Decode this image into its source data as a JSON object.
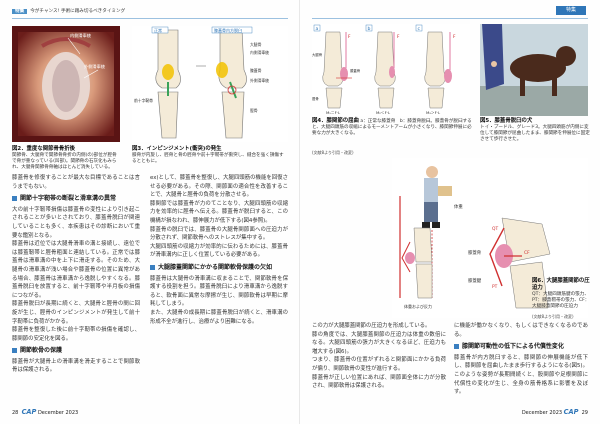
{
  "left_page": {
    "header_tag": "特集",
    "header_text": "今がチャンス! 手術に踏み切るべきタイミング",
    "figure2": {
      "caption_title": "図2．重度な関節骨骨折後",
      "caption_body": "関節骨、大腿骨で関節骨骨折の内側(の)部位が脛骨で骨が重なっている(凹部)。関節骨の石灰化もみられ、大腿骨関節骨骨軸はほとんど消失している。",
      "labels": [
        "内側滑車稜",
        "外側滑車稜"
      ]
    },
    "figure3": {
      "caption_title": "図3．インピンジメント(衝突)の発生",
      "caption_body": "膝骨が内旋し、脛骨と骨の脛骨や前十字靭帯が衝突し、縫合を強く損傷するとともに。",
      "labels": [
        "正常",
        "膝蓋骨内方脱臼",
        "大腿骨",
        "内側滑車稜",
        "膝蓋骨",
        "外側滑車稜",
        "前十字靭帯",
        "脛骨"
      ]
    },
    "col1": [
      "膝蓋骨を修復することが最大な目標であることは言うまでもない。",
      "関節十字靭帯の断裂と滑車溝の異常",
      "大の前十字靭帯損傷は膝蓋骨の変性により引き起こされることが多いとされており、膝蓋骨脱臼が関連していることも多く、本疾患はその診断において重要な鑑別となる。",
      "膝蓋骨は近位では大腿骨滑車の溝と接続し、遠位では膝蓋靭帯と脛骨粗面と連結している。正常では膝蓋骨は滑車溝の中を上下に滑走する。そのため、大腿骨の滑車溝が浅い場合や膝蓋骨の位置に異常がある場合、膝蓋骨は滑車溝から逸脱しやすくなる。膝蓋骨脱臼を放置すると、前十字靭帯や半月板の損傷につながる。",
      "膝蓋骨脱臼が長期に続くと、大腿骨と脛骨の間に回旋が生じ、脛骨のインピンジメントが発生して前十字靭帯に負荷がかかる。",
      "膝蓋骨を整復した後に前十字靭帯の損傷を確認し、膝関節の安定化を図る。",
      "関節軟骨の保護",
      "膝蓋骨が大腿骨上の滑車溝を滑走することで関節軟骨は保護される。"
    ],
    "col2": [
      "ex)として、膝蓋骨を整復し、大腿四頭筋の機能を回復させる必要がある。その際、関節面の適合性を改善することで、大腿骨と脛骨の負荷を分散させる。",
      "膝関節では膝蓋骨が力のてことなり、大腿四頭筋の収縮力を効率的に脛骨へ伝える。膝蓋骨が脱臼すると、この機構が損なわれ、膝伸展力が低下する(図4参照)。",
      "膝蓋骨の脱臼では、膝蓋骨の大腿骨関節面への圧迫力が分散されず、関節軟骨へのストレスが集中する。",
      "大腿四頭筋の収縮力が効率的に伝わるためには、膝蓋骨が滑車溝内に正しく位置している必要がある。",
      "大腿膝蓋関節にかかる関節軟骨保護の欠如",
      "膝蓋骨は大腿骨の滑車溝に収まることで、関節軟骨を保護する役割を担う。膝蓋骨脱臼により滑車溝から逸脱すると、軟骨面に異常な摩擦が生じ、関節軟骨は早期に摩耗してしまう。",
      "また、大腿骨の成長期に膝蓋骨脱臼が続くと、滑車溝の形成不全が進行し、治療がより困難になる。"
    ],
    "folio": "28",
    "brand": "CAP",
    "issue": "December 2023"
  },
  "right_page": {
    "tab_label": "特集",
    "figure4": {
      "caption_title": "図4．膝関節の屈曲",
      "caption_body": "a：正常な膝蓋骨　b：膝蓋骨脱臼。膝蓋骨が脱臼すると、大腿四頭筋の収縮によるモーメントアームが小さくなり、膝関節伸展に必要な力が大きくなる。",
      "credit": "(文献8より引用・改変)",
      "panel_labels": [
        "a",
        "b",
        "c"
      ],
      "force_labels": [
        "F",
        "F",
        "F"
      ],
      "moment_labels": [
        "M₁＝F·L",
        "M₂＜F·L",
        "M₃＞F·L"
      ],
      "part_labels": [
        "膝蓋骨",
        "大腿骨",
        "脛骨"
      ]
    },
    "figure5": {
      "caption_title": "図5．膝蓋骨脱臼の犬",
      "caption_body": "トイ・プードル、グレード3。大腿四頭筋が内側に変位して膝関節が屈曲したまま、膝関節を伸展位に固定させて歩行させた。"
    },
    "figure6": {
      "caption_title": "図6．大腿膝蓋関節の圧迫力",
      "caption_body": "QT：大腿四頭筋腱の張力、PT：膝蓋靭帯の張力、CF：大腿膝蓋関節の圧迫力",
      "credit": "(文献8より引用・改変)",
      "labels": [
        "体重",
        "膝蓋骨",
        "膝蓋腱",
        "QT",
        "PT",
        "CF",
        "体重および反力"
      ]
    },
    "col1": [
      "この力が大腿膝蓋関節の圧迫力を形成している。",
      "膝の角度では、大腿膝蓋関節の圧迫力は体重の数倍になる。大腿四頭筋の張力が大きくなるほど、圧迫力も増大する(図6)。",
      "つまり、膝蓋骨の位置がずれると関節面にかかる負荷が偏り、関節軟骨の変性が進行する。",
      "膝蓋骨が正しい位置にあれば、関節面全体に力が分散され、関節軟骨は保護される。"
    ],
    "col2": [
      "に機能が働かなくなり、もしくはできなくなるのである。",
      "膝関節可動性の低下による代償性変化",
      "膝蓋骨が内方脱臼すると、膝関節の伸展機能が低下し、膝関節を屈曲したまま歩行するようになる(図5)。このような姿勢が長期間続くと、股関節や足根関節に代償性の変化が生じ、全身の筋骨格系に影響を及ぼす。"
    ],
    "folio": "29",
    "brand": "CAP",
    "issue": "December 2023"
  },
  "colors": {
    "accent": "#2f76b8",
    "pink": "#e68fb0",
    "yellow": "#f2c200",
    "green": "#3aa35a"
  }
}
